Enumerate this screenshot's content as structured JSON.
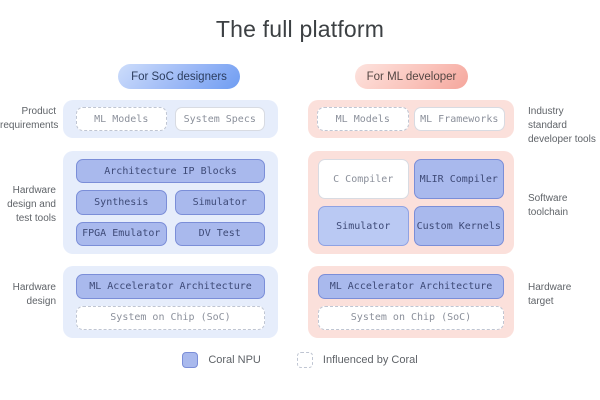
{
  "title": "The full platform",
  "colors": {
    "blue_chip": "#a9b9ed",
    "blue_chip_border": "#7b8ed8",
    "blue_container": "#e6edfb",
    "pink_container": "#fbe0db",
    "pill_blue": "#6f9df2",
    "pill_pink": "#f5a69c",
    "label_gray": "#5f6368",
    "title_gray": "#3c4043"
  },
  "columns": {
    "soc": {
      "badge": "For SoC designers",
      "sections": {
        "requirements": {
          "boxes": [
            {
              "label": "ML Models",
              "style": "dashed"
            },
            {
              "label": "System Specs",
              "style": "white"
            }
          ]
        },
        "tools": {
          "boxes": [
            {
              "label": "Architecture IP Blocks",
              "style": "blue",
              "span": "full"
            },
            {
              "label": "Synthesis",
              "style": "blue"
            },
            {
              "label": "Simulator",
              "style": "blue"
            },
            {
              "label": "FPGA Emulator",
              "style": "blue"
            },
            {
              "label": "DV Test",
              "style": "blue"
            }
          ]
        },
        "design": {
          "boxes": [
            {
              "label": "ML Accelerator Architecture",
              "style": "blue",
              "span": "full"
            },
            {
              "label": "System on Chip (SoC)",
              "style": "dashed",
              "span": "full"
            }
          ]
        }
      }
    },
    "ml": {
      "badge": "For ML developer",
      "sections": {
        "dev_tools": {
          "boxes": [
            {
              "label": "ML Models",
              "style": "dashed"
            },
            {
              "label": "ML Frameworks",
              "style": "white"
            }
          ]
        },
        "toolchain": {
          "boxes": [
            {
              "label": "C Compiler",
              "style": "white"
            },
            {
              "label": "MLIR Compiler",
              "style": "blue"
            },
            {
              "label": "Simulator",
              "style": "blue-light"
            },
            {
              "label": "Custom Kernels",
              "style": "blue"
            }
          ]
        },
        "target": {
          "boxes": [
            {
              "label": "ML Accelerator Architecture",
              "style": "blue",
              "span": "full"
            },
            {
              "label": "System on Chip (SoC)",
              "style": "dashed",
              "span": "full"
            }
          ]
        }
      }
    }
  },
  "side_labels": {
    "left": [
      "Product\nrequirements",
      "Hardware\ndesign and\ntest tools",
      "Hardware\ndesign"
    ],
    "right": [
      "Industry standard\ndeveloper tools",
      "Software\ntoolchain",
      "Hardware\ntarget"
    ]
  },
  "legend": [
    {
      "swatch": "solid-blue-square",
      "label": "Coral NPU"
    },
    {
      "swatch": "dashed-square",
      "label": "Influenced by Coral"
    }
  ]
}
